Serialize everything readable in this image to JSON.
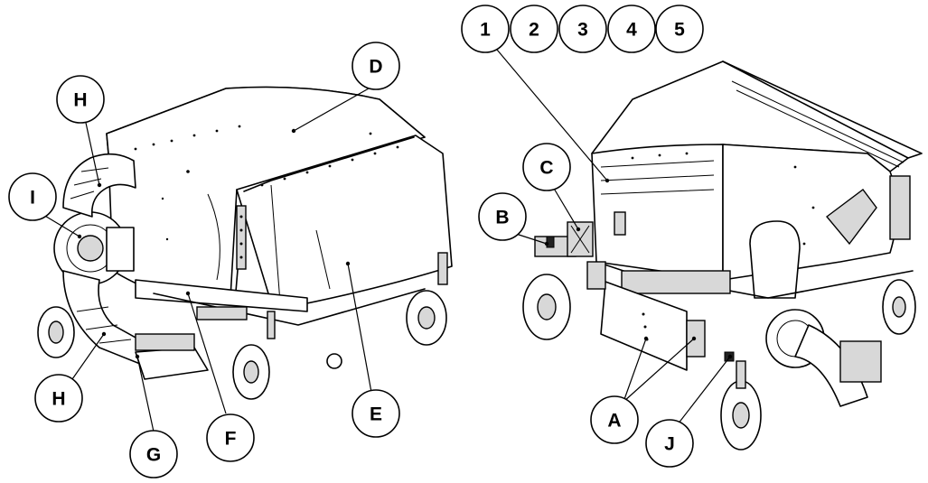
{
  "callouts": {
    "left_H_top": "H",
    "left_I": "I",
    "left_D": "D",
    "left_H_bottom": "H",
    "left_G": "G",
    "left_F": "F",
    "left_E": "E",
    "right_1": "1",
    "right_2": "2",
    "right_3": "3",
    "right_4": "4",
    "right_5": "5",
    "right_C": "C",
    "right_B": "B",
    "right_A": "A",
    "right_J": "J"
  }
}
